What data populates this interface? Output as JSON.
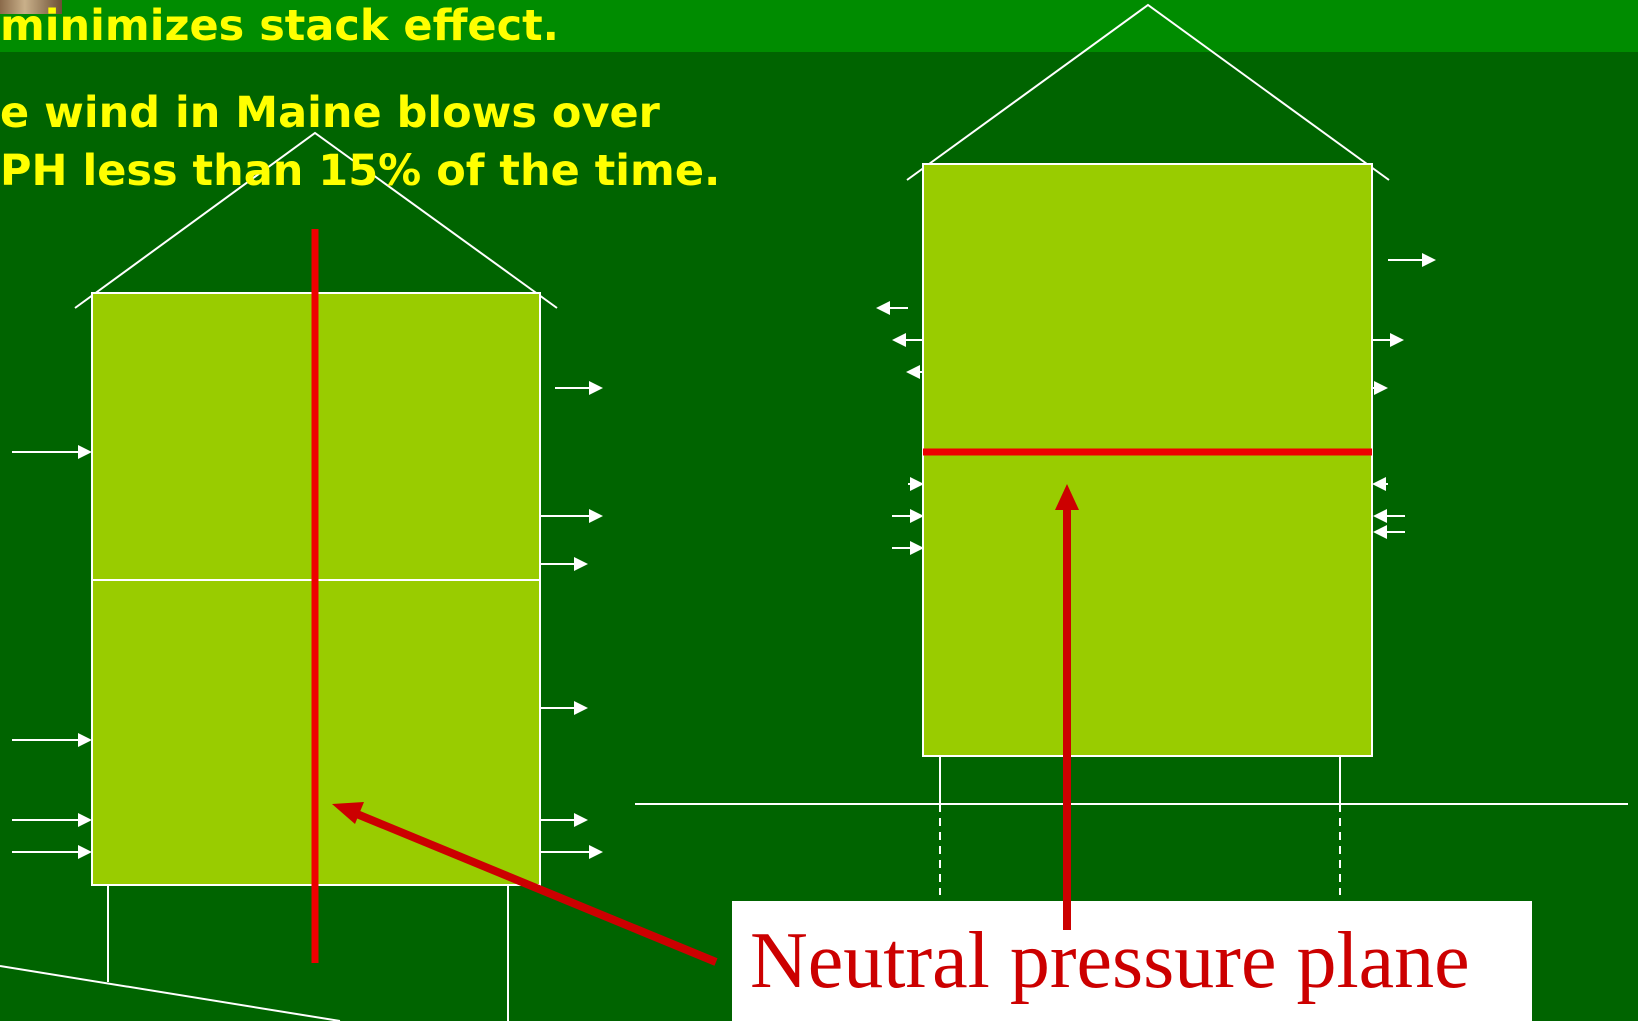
{
  "slide": {
    "title_lines": [
      "minimizes stack effect.",
      "e wind in Maine blows over",
      "PH less than 15% of the time."
    ]
  },
  "diagram": {
    "callout_label": "Neutral pressure plane",
    "colors": {
      "background": "#006400",
      "header_band": "#008c00",
      "building_fill": "#99cc00",
      "outline": "#ffffff",
      "title_text": "#ffff00",
      "neutral_plane": "#ee0000",
      "callout_text": "#cc0000"
    }
  }
}
